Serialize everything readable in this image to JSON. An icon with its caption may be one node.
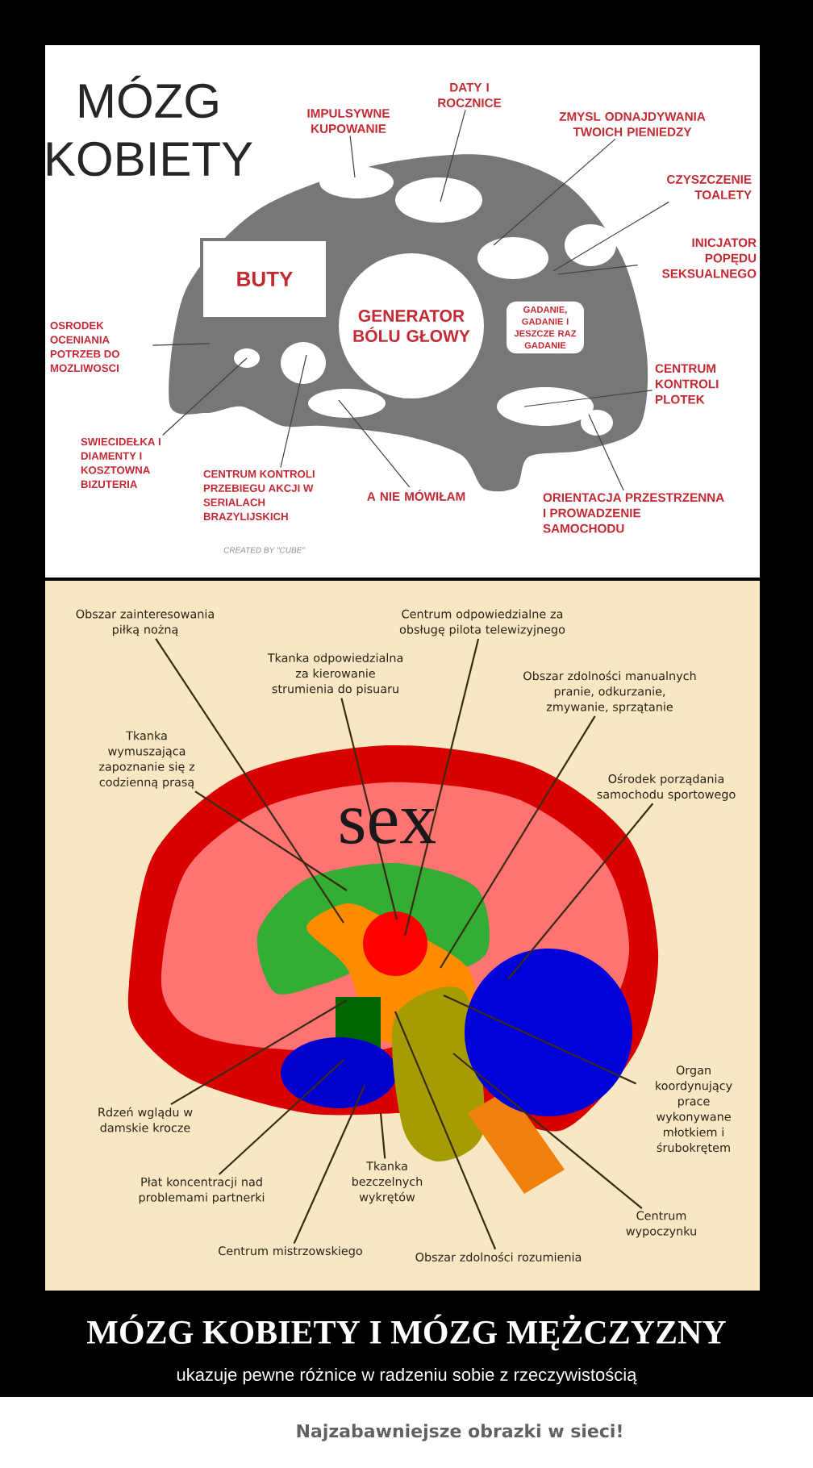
{
  "diagram": {
    "title": "MÓZG KOBIETY I MÓZG MĘŻCZYZNY",
    "caption": "ukazuje pewne różnice w radzeniu sobie z rzeczywistością",
    "nodes": [
      {
        "text": [
          "BUTY"
        ]
      },
      {
        "text": [
          "GENERATOR BÓLU GŁOWY"
        ]
      },
      {
        "text": [
          "GADANIE, GADANIE I JESZCZE RAZ GADANIE"
        ]
      },
      {
        "text": [
          "IMPULSYWNE KUPOWANIE"
        ]
      },
      {
        "text": [
          "DATY I ROCZNICE"
        ]
      },
      {
        "text": [
          "ZMYSL ODNAJDYWANIA TWOICH PIENIEDZY"
        ]
      },
      {
        "text": [
          "CZYSZCZENIE TOALETY"
        ]
      },
      {
        "text": [
          "INICJATOR POPĘDU SEKSUALNEGO"
        ]
      },
      {
        "text": [
          "CENTRUM KONTROLI PLOTEK"
        ]
      },
      {
        "text": [
          "ORIENTACJA PRZESTRZENNA I PROWADZENIE SAMOCHODU"
        ]
      },
      {
        "text": [
          "A NIE MÓWIŁAM"
        ]
      },
      {
        "text": [
          "CENTRUM KONTROLI PRZEBIEGU AKCJI W SERIALACH BRAZYLIJSKICH"
        ]
      },
      {
        "text": [
          "SWIECIDEŁKA I DIAMENTY I KOSZTOWNA BIZUTERIA"
        ]
      },
      {
        "text": [
          "OSRODEK OCENIANIA POTRZEB DO MOZLIWOSCI"
        ]
      },
      {
        "text": [
          "Obszar zainteresowania piłką nożną"
        ]
      },
      {
        "text": [
          "Centrum odpowiedzialne za obsługę pilota telewizyjnego"
        ]
      },
      {
        "text": [
          "Tkanka odpowiedzialna za kierowanie strumienia do pisuaru"
        ]
      },
      {
        "text": [
          "Obszar zdolności manualnych pranie, odkurzanie, zmywanie, sprzątanie"
        ]
      },
      {
        "text": [
          "Tkanka wymuszająca zapoznanie się z codzienną prasą"
        ]
      },
      {
        "text": [
          "Ośrodek porządania samochodu sportowego"
        ]
      },
      {
        "text": [
          "Organ koordynujący prace wykonywane młotkiem i śrubokrętem"
        ]
      },
      {
        "text": [
          "Rdzeń wglądu w damskie krocze"
        ]
      },
      {
        "text": [
          "Płat koncentracji nad problemami partnerki"
        ]
      },
      {
        "text": [
          "Tkanka bezczelnych wykrętów"
        ]
      },
      {
        "text": [
          "Centrum wypoczynku"
        ]
      },
      {
        "text": [
          "Centrum mistrzowskiego"
        ]
      },
      {
        "text": [
          "Obszar zdolności rozumienia"
        ]
      }
    ],
    "edges": [
      {
        "from": 3,
        "to": null,
        "arrow": "none"
      },
      {
        "from": 4,
        "to": null,
        "arrow": "none"
      },
      {
        "from": 5,
        "to": null,
        "arrow": "none"
      },
      {
        "from": 6,
        "to": null,
        "arrow": "none"
      },
      {
        "from": 7,
        "to": null,
        "arrow": "none"
      },
      {
        "from": 8,
        "to": null,
        "arrow": "none"
      },
      {
        "from": 9,
        "to": null,
        "arrow": "none"
      },
      {
        "from": 10,
        "to": null,
        "arrow": "none"
      },
      {
        "from": 11,
        "to": null,
        "arrow": "none"
      },
      {
        "from": 12,
        "to": null,
        "arrow": "none"
      },
      {
        "from": 13,
        "to": null,
        "arrow": "none"
      },
      {
        "from": 14,
        "to": null,
        "arrow": "none"
      },
      {
        "from": 15,
        "to": null,
        "arrow": "none"
      },
      {
        "from": 16,
        "to": null,
        "arrow": "none"
      },
      {
        "from": 17,
        "to": null,
        "arrow": "none"
      },
      {
        "from": 18,
        "to": null,
        "arrow": "none"
      },
      {
        "from": 19,
        "to": null,
        "arrow": "none"
      },
      {
        "from": 20,
        "to": null,
        "arrow": "none"
      },
      {
        "from": 21,
        "to": null,
        "arrow": "none"
      },
      {
        "from": 22,
        "to": null,
        "arrow": "none"
      },
      {
        "from": 23,
        "to": null,
        "arrow": "none"
      },
      {
        "from": 24,
        "to": null,
        "arrow": "none"
      },
      {
        "from": 25,
        "to": null,
        "arrow": "none"
      },
      {
        "from": 26,
        "to": null,
        "arrow": "none"
      }
    ],
    "labels": [
      "MÓZG KOBIETY",
      "CREATED BY \"CUBE\"",
      "sex",
      "Najzabawniejsze obrazki w sieci!"
    ]
  }
}
